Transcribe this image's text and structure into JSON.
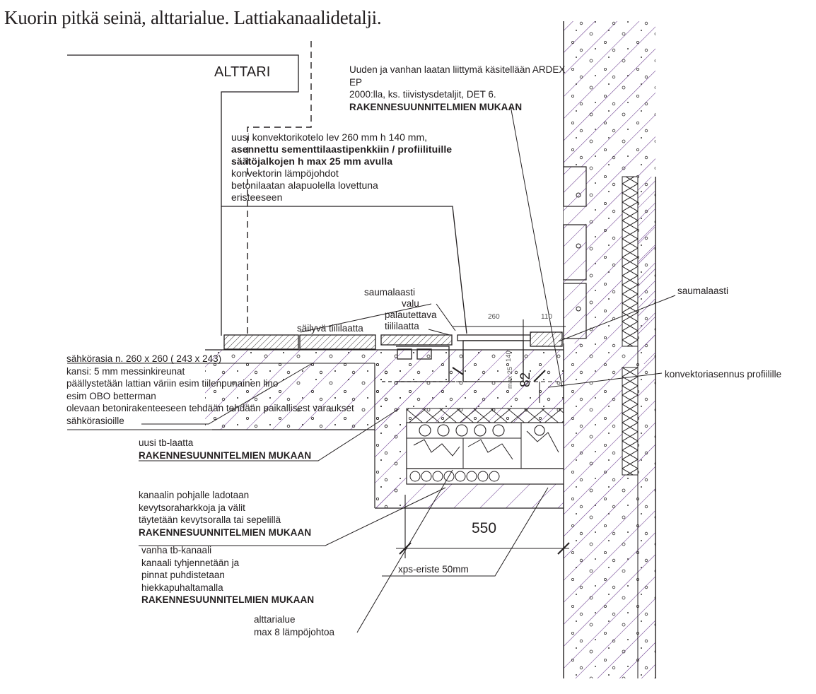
{
  "title": "Kuorin pitkä seinä, alttarialue. Lattiakanaalidetalji.",
  "colors": {
    "ink": "#231f20",
    "hatch": "#6a3b8f",
    "background": "#ffffff"
  },
  "labels": {
    "alttari": "ALTTARI",
    "ardex": [
      "Uuden ja vanhan laatan liittymä käsitellään ARDEX",
      "EP",
      "2000:lla, ks. tiivistysdetaljit, DET 6.",
      "RAKENNESUUNNITELMIEN MUKAAN"
    ],
    "konvektori": [
      "uusi konvektorikotelo lev 260 mm h 140 mm,",
      "asennettu sementtilaastipenkkiin / profiilituille",
      "säätöjalkojen h max 25 mm avulla",
      "konvektorin lämpöjohdot",
      "betonilaatan alapuolella lovettuna",
      "eristeeseen"
    ],
    "saumalaasti_left": [
      "saumalaasti",
      "valu",
      "palautettava",
      "tiililaatta"
    ],
    "sailyva": "säilyvä tiililaatta",
    "saumalaasti_right": "saumalaasti",
    "sahkorasia": [
      "sähkörasia n. 260 x 260 ( 243 x 243)",
      "kansi: 5 mm messinkireunat",
      "päällystetään lattian väriin esim tiilenpunainen lino",
      "esim OBO betterman",
      "olevaan betonirakenteeseen tehdään tehdään paikallisest varaukset",
      "sähkörasioille"
    ],
    "konvektoriasennus": "konvektoriasennus profiilille",
    "tb_laatta": [
      "uusi tb-laatta",
      "RAKENNESUUNNITELMIEN MUKAAN"
    ],
    "kanaalin_pohja": [
      "kanaalin pohjalle ladotaan",
      "kevytsoraharkkoja ja välit",
      "täytetään kevytsoralla tai sepelillä",
      "RAKENNESUUNNITELMIEN MUKAAN"
    ],
    "vanha_kanaali": [
      "vanha tb-kanaali",
      "kanaali tyhjennetään ja",
      "pinnat puhdistetaan",
      "hiekkapuhaltamalla",
      "RAKENNESUUNNITELMIEN MUKAAN"
    ],
    "xps": "xps-eriste 50mm",
    "alttarialue": [
      "alttarialue",
      "max 8 lämpöjohtoa"
    ],
    "dim_550": "550",
    "dim_260": "260",
    "dim_110": "110",
    "dim_82": "82",
    "dim_max25": "max 25",
    "dim_140": "140"
  }
}
